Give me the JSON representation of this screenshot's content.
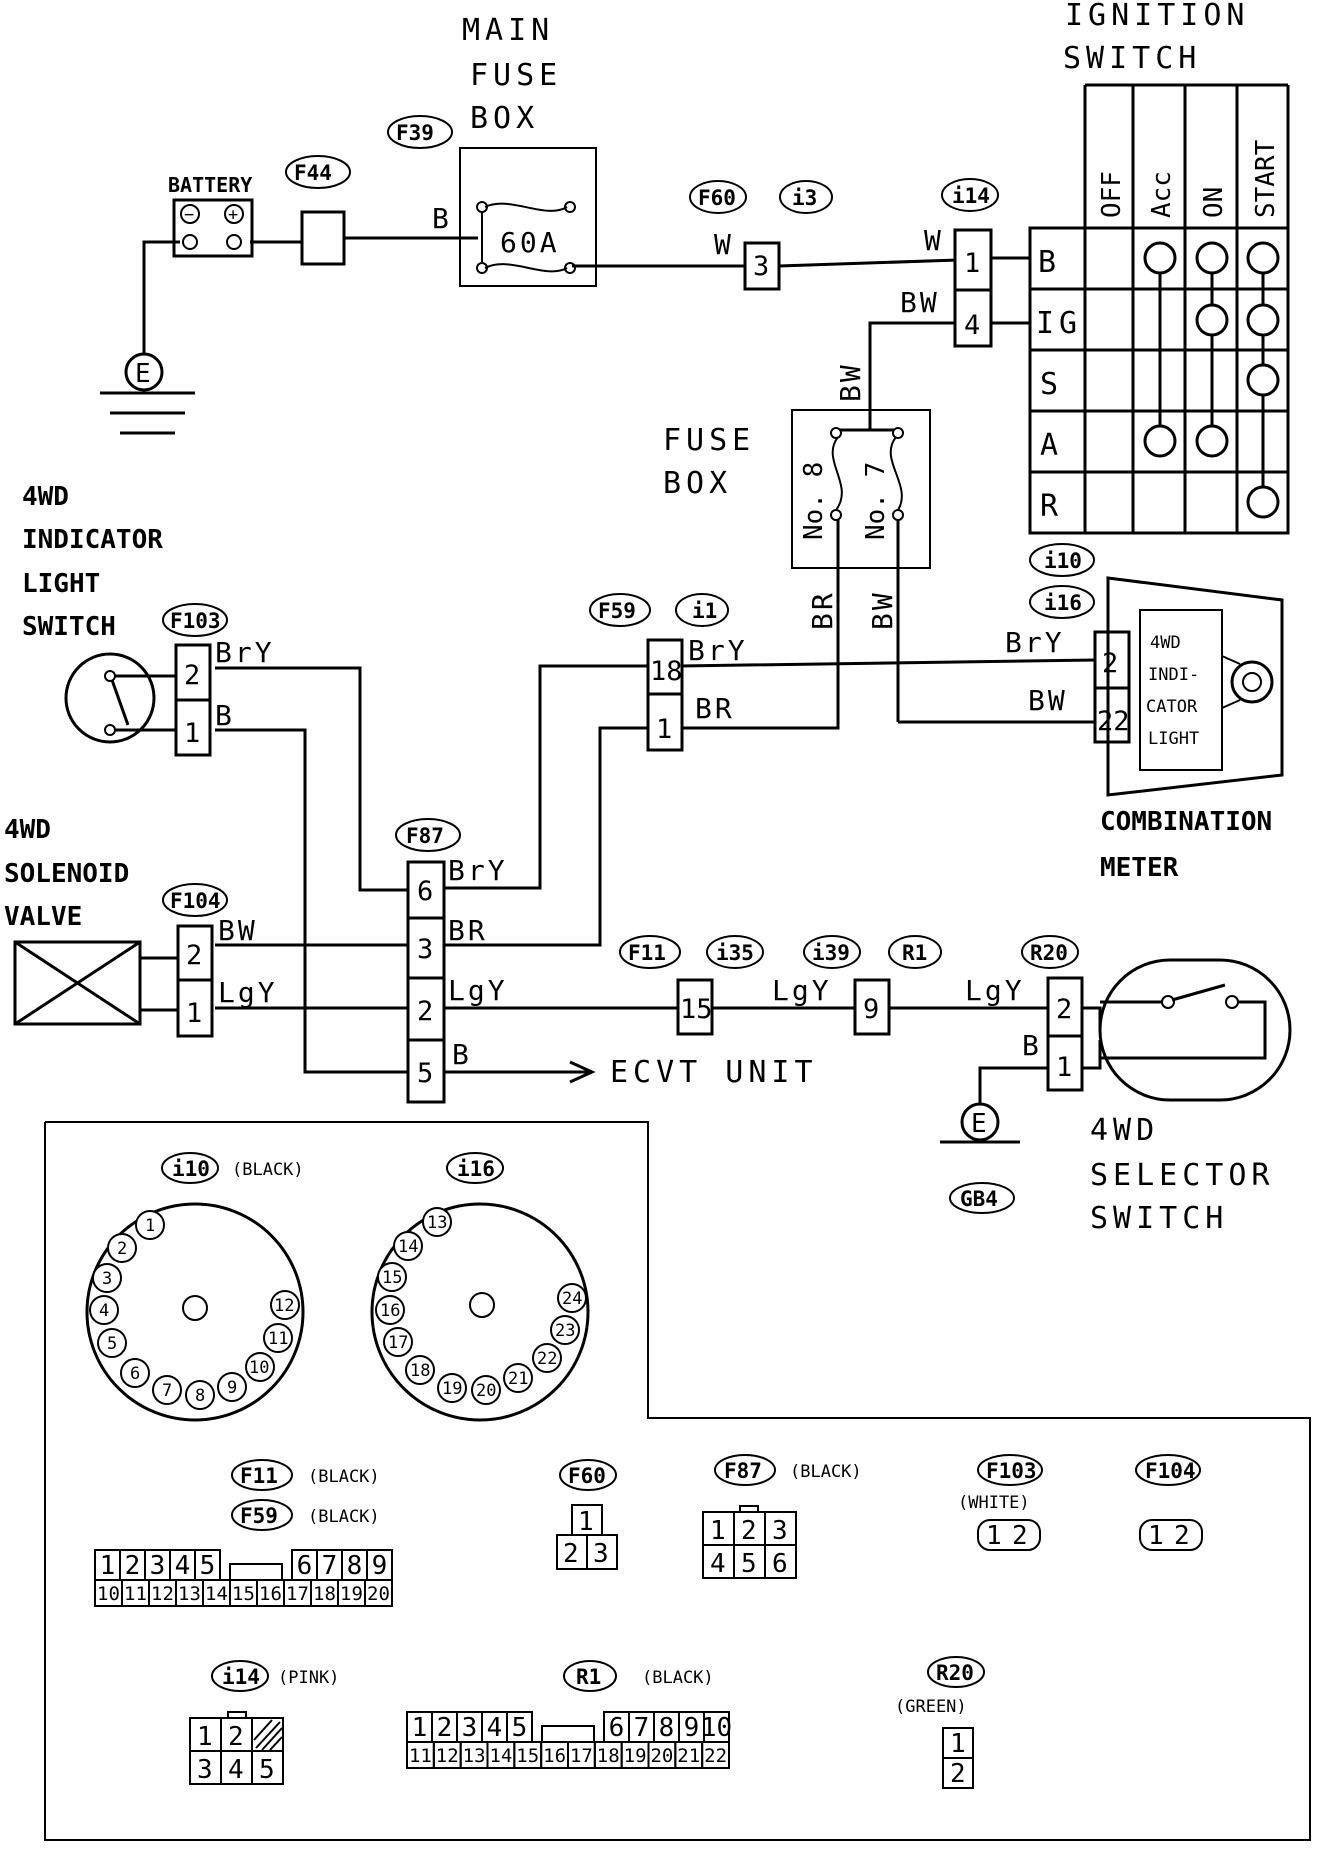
{
  "labels": {
    "main_fuse_box": [
      "MAIN",
      "FUSE",
      "BOX"
    ],
    "ignition_switch": [
      "IGNITION",
      "SWITCH"
    ],
    "battery": "BATTERY",
    "fuse_box": [
      "FUSE",
      "BOX"
    ],
    "ind_switch": [
      "4WD",
      "INDICATOR",
      "LIGHT",
      "SWITCH"
    ],
    "solenoid": [
      "4WD",
      "SOLENOID",
      "VALVE"
    ],
    "combination_meter": [
      "COMBINATION",
      "METER"
    ],
    "indicator_light": [
      "4WD",
      "INDI-",
      "CATOR",
      "LIGHT"
    ],
    "selector_switch": [
      "4WD",
      "SELECTOR",
      "SWITCH"
    ],
    "ecvt_unit": "ECVT UNIT",
    "fuse_60a": "60A",
    "fuse_no8": "No. 8",
    "fuse_no7": "No. 7",
    "ground": "E",
    "gb4": "GB4"
  },
  "ignition": {
    "positions": [
      "OFF",
      "Acc",
      "ON",
      "START"
    ],
    "terminals": [
      "B",
      "IG",
      "S",
      "A",
      "R"
    ]
  },
  "connectors": {
    "F44": "F44",
    "F39": "F39",
    "F60": "F60",
    "i3": "i3",
    "i14": "i14",
    "i10": "i10",
    "i16": "i16",
    "F59": "F59",
    "i1": "i1",
    "F103": "F103",
    "F87": "F87",
    "F104": "F104",
    "F11": "F11",
    "i35": "i35",
    "i39": "i39",
    "R1": "R1",
    "R20": "R20"
  },
  "wires": {
    "B": "B",
    "W": "W",
    "BW": "BW",
    "BrY": "BrY",
    "BR": "BR",
    "LgY": "LgY"
  },
  "pins": {
    "f60_i3": "3",
    "i14": [
      "1",
      "4"
    ],
    "f59_i1": [
      "18",
      "1"
    ],
    "f103": [
      "2",
      "1"
    ],
    "f87": [
      "6",
      "3",
      "2",
      "5"
    ],
    "f104": [
      "2",
      "1"
    ],
    "f11_i35": "15",
    "i39_r1": "9",
    "r20": [
      "2",
      "1"
    ],
    "meter": [
      "2",
      "22"
    ]
  },
  "legend": {
    "i10_color": "(BLACK)",
    "i10_pins": [
      "1",
      "2",
      "3",
      "4",
      "5",
      "6",
      "7",
      "8",
      "9",
      "10",
      "11",
      "12"
    ],
    "i16_pins": [
      "13",
      "14",
      "15",
      "16",
      "17",
      "18",
      "19",
      "20",
      "21",
      "22",
      "23",
      "24"
    ],
    "f11_color": "(BLACK)",
    "f59_color": "(BLACK)",
    "f11_top": [
      "1",
      "2",
      "3",
      "4",
      "5",
      "6",
      "7",
      "8",
      "9"
    ],
    "f11_bottom": [
      "10",
      "11",
      "12",
      "13",
      "14",
      "15",
      "16",
      "17",
      "18",
      "19",
      "20"
    ],
    "f60_pins": [
      "1",
      "2",
      "3"
    ],
    "f87_color": "(BLACK)",
    "f87_pins": [
      "1",
      "2",
      "3",
      "4",
      "5",
      "6"
    ],
    "f103_color": "(WHITE)",
    "f103_pins": [
      "1",
      "2"
    ],
    "f104_pins": [
      "1",
      "2"
    ],
    "i14_color": "(PINK)",
    "i14_pins": [
      "1",
      "2",
      "3",
      "4",
      "5"
    ],
    "r1_color": "(BLACK)",
    "r1_top": [
      "1",
      "2",
      "3",
      "4",
      "5",
      "6",
      "7",
      "8",
      "9",
      "10"
    ],
    "r1_bottom": [
      "11",
      "12",
      "13",
      "14",
      "15",
      "16",
      "17",
      "18",
      "19",
      "20",
      "21",
      "22"
    ],
    "r20_color": "(GREEN)",
    "r20_pins": [
      "1",
      "2"
    ]
  }
}
